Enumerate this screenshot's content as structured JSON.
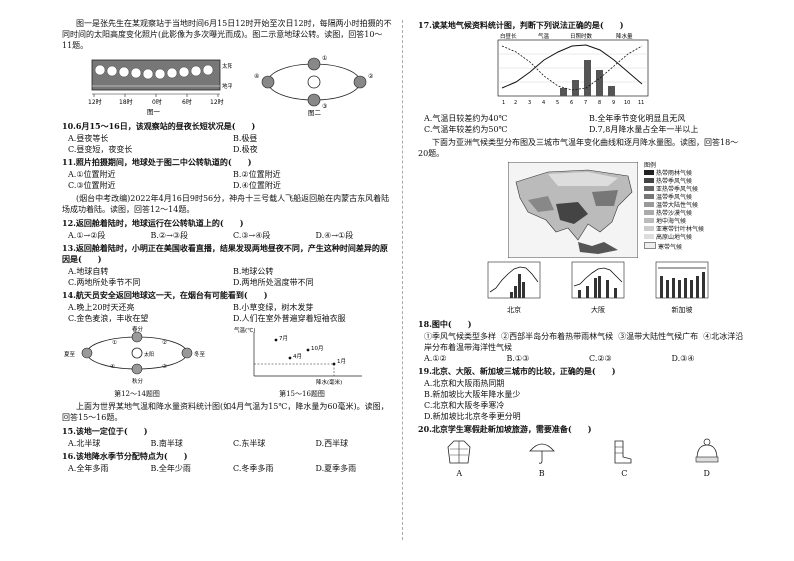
{
  "left": {
    "intro1": "图一是张先生在某观察站于当地时间6月15日12时开始至次日12时，每隔两小时拍摄的不同时间的太阳高度变化照片(此影像为多次曝光而成)。图二示意地球公转。读图，回答10～11题。",
    "fig1_sun_label": "太阳",
    "fig1_horizon_label": "地平线",
    "fig1_ticks": [
      "12时",
      "18时",
      "0时",
      "6时",
      "12时"
    ],
    "fig1_caption": "图一",
    "fig2_caption": "图二",
    "fig2_labels": [
      "①",
      "②",
      "③",
      "④"
    ],
    "q10": "10.6月15～16日，该观察站的昼夜长短状况是(　　)",
    "q10_opts": [
      "A.昼夜等长",
      "B.极昼",
      "C.昼变短，夜变长",
      "D.极夜"
    ],
    "q11": "11.照片拍摄期间，地球处于图二中公转轨道的(　　)",
    "q11_opts": [
      "A.①位置附近",
      "B.②位置附近",
      "C.③位置附近",
      "D.④位置附近"
    ],
    "intro2": "(烟台中考改编)2022年4月16日9时56分，神舟十三号载人飞船返回舱在内蒙古东风着陆场成功着陆。读图，回答12～14题。",
    "q12": "12.返回舱着陆时，地球运行在公转轨道上的(　　)",
    "q12_opts": [
      "A.①→②段",
      "B.②→③段",
      "C.③→④段",
      "D.④→①段"
    ],
    "q13": "13.返回舱着陆时，小明正在美国收看直播，结果发现两地昼夜不同，产生这种时间差异的原因是(　　)",
    "q13_opts": [
      "A.地球自转",
      "B.地球公转",
      "C.两地所处季节不同",
      "D.两地所处温度带不同"
    ],
    "q14": "14.航天员安全返回地球这一天，在烟台有可能看到(　　)",
    "q14_opts": [
      "A.晚上20时天还亮",
      "B.小草变绿，树木发芽",
      "C.金色麦浪，丰收在望",
      "D.人们在室外普遍穿着短袖衣服"
    ],
    "fig3_labels": [
      "春分",
      "夏至",
      "秋分",
      "冬至",
      "太阳"
    ],
    "fig3_nums": [
      "①",
      "②",
      "③",
      "④"
    ],
    "fig3_caption": "第12～14题图",
    "fig4_ylabel": "气温(℃)",
    "fig4_xlabel": "降水(毫米)",
    "fig4_points": [
      "7月",
      "10月",
      "1月",
      "4月"
    ],
    "fig4_caption": "第15～16题图",
    "intro3": "上面为世界某地气温和降水量资料统计图(如4月气温为15℃，降水量为60毫米)。读图，回答15～16题。",
    "q15": "15.该地一定位于(　　)",
    "q15_opts": [
      "A.北半球",
      "B.南半球",
      "C.东半球",
      "D.西半球"
    ],
    "q16": "16.该地降水季节分配特点为(　　)",
    "q16_opts": [
      "A.全年多雨",
      "B.全年少雨",
      "C.冬季多雨",
      "D.夏季多雨"
    ]
  },
  "right": {
    "q17": "17.读某地气候资料统计图，判断下列说法正确的是(　　)",
    "fig5_legend": [
      "白昼长",
      "气温",
      "日照时数",
      "降水量"
    ],
    "q17_opts": [
      "A.气温日较差约为40℃",
      "B.全年季节变化明显且无风",
      "C.气温年较差约为50℃",
      "D.7,8月降水量占全年一半以上"
    ],
    "intro4": "下面为亚洲气候类型分布图及三城市气温年变化曲线和逐月降水量图。读图，回答18～20题。",
    "map_legend_title": "图例",
    "map_legend": [
      "热带雨林气候",
      "热带季风气候",
      "亚热带季风气候",
      "温带季风气候",
      "温带大陆性气候",
      "热带沙漠气候",
      "地中海气候",
      "亚寒带针叶林气候",
      "高原山地气候",
      "寒带气候"
    ],
    "city_names": [
      "北京",
      "大阪",
      "新加坡"
    ],
    "q18": "18.图中(　　)",
    "q18_items": [
      "①季风气候类型多样",
      "②西部半岛分布着热带雨林气候",
      "③温带大陆性气候广布",
      "④北冰洋沿岸分布着温带海洋性气候"
    ],
    "q18_opts": [
      "A.①②",
      "B.①③",
      "C.②③",
      "D.③④"
    ],
    "q19": "19.北京、大阪、新加坡三城市的比较，正确的是(　　)",
    "q19_opts": [
      "A.北京和大阪雨热同期",
      "B.新加坡比大阪年降水量少",
      "C.北京和大阪冬季寒冷",
      "D.新加坡比北京冬季更分明"
    ],
    "q20": "20.北京学生寒假赴新加坡旅游，需要准备(　　)",
    "q20_opts": [
      "A",
      "B",
      "C",
      "D"
    ]
  }
}
